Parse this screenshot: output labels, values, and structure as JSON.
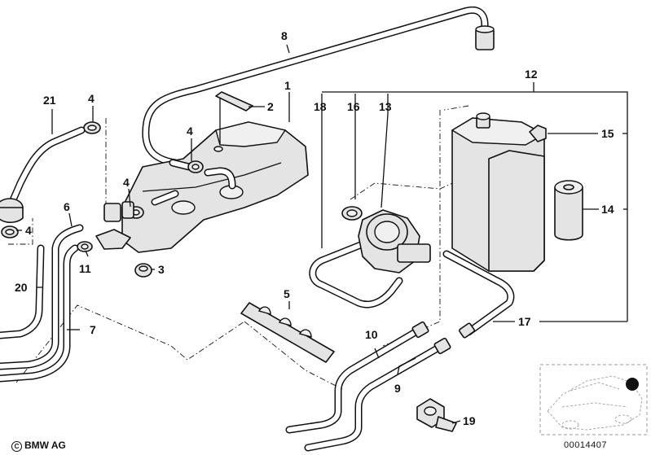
{
  "callouts": [
    {
      "id": "1",
      "label": "1"
    },
    {
      "id": "2",
      "label": "2"
    },
    {
      "id": "3",
      "label": "3"
    },
    {
      "id": "4a",
      "label": "4"
    },
    {
      "id": "4b",
      "label": "4"
    },
    {
      "id": "4c",
      "label": "4"
    },
    {
      "id": "4d",
      "label": "4"
    },
    {
      "id": "5",
      "label": "5"
    },
    {
      "id": "6",
      "label": "6"
    },
    {
      "id": "7",
      "label": "7"
    },
    {
      "id": "8",
      "label": "8"
    },
    {
      "id": "9",
      "label": "9"
    },
    {
      "id": "10",
      "label": "10"
    },
    {
      "id": "11",
      "label": "11"
    },
    {
      "id": "12",
      "label": "12"
    },
    {
      "id": "13",
      "label": "13"
    },
    {
      "id": "14",
      "label": "14"
    },
    {
      "id": "15",
      "label": "15"
    },
    {
      "id": "16",
      "label": "16"
    },
    {
      "id": "17",
      "label": "17"
    },
    {
      "id": "18",
      "label": "18"
    },
    {
      "id": "19",
      "label": "19"
    },
    {
      "id": "20",
      "label": "20"
    },
    {
      "id": "21",
      "label": "21"
    }
  ],
  "copyright": "BMW AG",
  "copyright_symbol": "C",
  "diagram_number": "00014407"
}
